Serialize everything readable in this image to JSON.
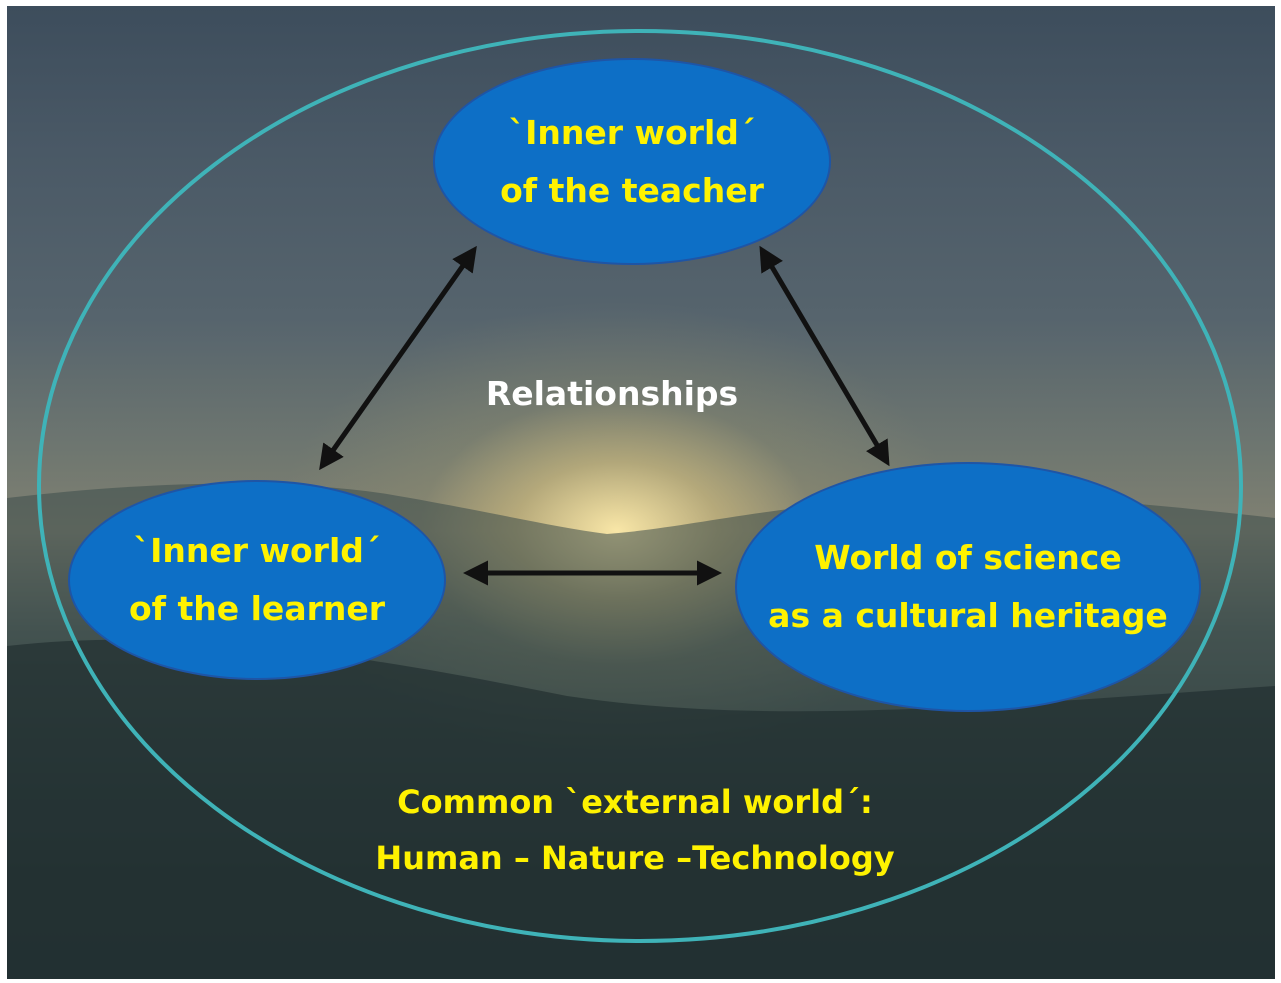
{
  "diagram": {
    "nodes": {
      "teacher": {
        "line1": "`Inner world´",
        "line2": "of the teacher"
      },
      "learner": {
        "line1": "`Inner world´",
        "line2": "of the learner"
      },
      "science": {
        "line1": "World of science",
        "line2": "as a cultural heritage"
      }
    },
    "center_label": "Relationships",
    "outer_label": {
      "line1": "Common `external world´:",
      "line2": "Human – Nature –Technology"
    },
    "edges": [
      {
        "from": "teacher",
        "to": "learner",
        "style": "double-headed arrow"
      },
      {
        "from": "teacher",
        "to": "science",
        "style": "double-headed arrow"
      },
      {
        "from": "learner",
        "to": "science",
        "style": "double-headed arrow"
      }
    ],
    "colors": {
      "node_fill": "#0d6fc6",
      "node_text": "#fff200",
      "outer_ellipse": "#3fb3b8",
      "center_label": "#ffffff",
      "arrows": "#111111"
    }
  }
}
